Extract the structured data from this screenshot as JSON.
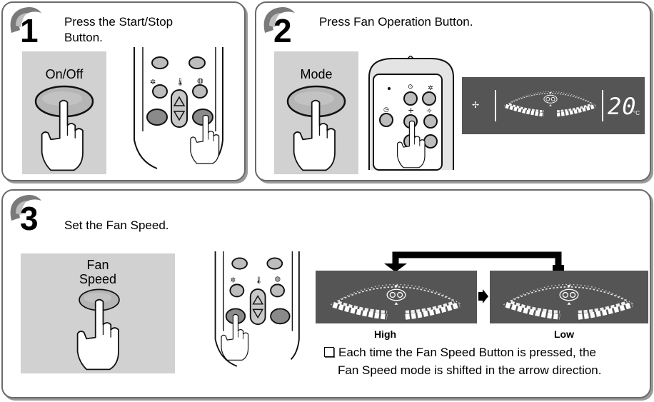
{
  "step1": {
    "number": "1",
    "instruction_line1": "Press the Start/Stop",
    "instruction_line2": "Button.",
    "button_label": "On/Off"
  },
  "step2": {
    "number": "2",
    "instruction": "Press Fan Operation Button.",
    "button_label": "Mode",
    "display_temperature": "20",
    "display_unit": "°C"
  },
  "step3": {
    "number": "3",
    "instruction": "Set the Fan Speed.",
    "button_label_line1": "Fan",
    "button_label_line2": "Speed",
    "high_label": "High",
    "low_label": "Low",
    "note_line1": "Each time the Fan Speed Button is pressed, the",
    "note_line2": "Fan Speed mode is shifted in the arrow direction."
  },
  "icons": [
    "step-badge-icon",
    "hand-press-icon",
    "remote-control-icon",
    "fan-display-icon",
    "cycle-arrow-icon",
    "right-arrow-icon",
    "checkbox-bullet-icon"
  ],
  "colors": {
    "button_gray": "#b0b0b0",
    "box_gray": "#d1d1d1",
    "display_dark": "#555555",
    "border": "#6a6a6a"
  }
}
